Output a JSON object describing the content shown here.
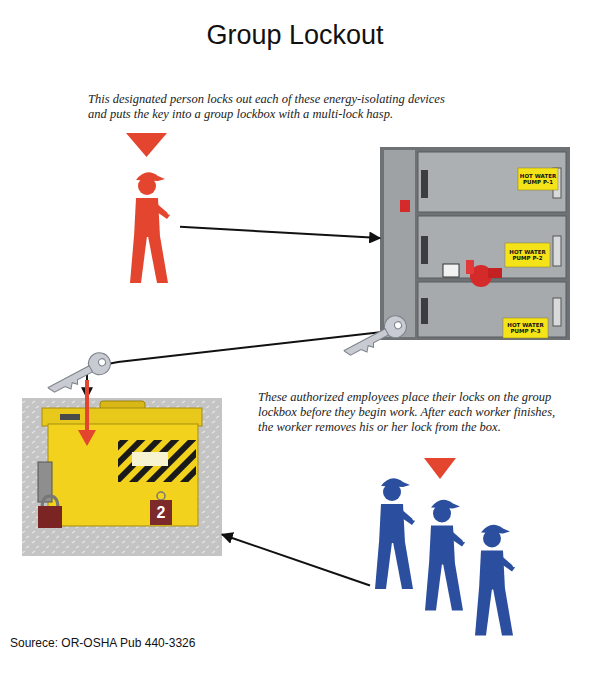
{
  "diagram": {
    "title": "Group Lockout",
    "caption": "Sourece: OR-OSHA Pub 440-3326",
    "nodes": [
      {
        "text": [
          "This designated person locks out each of these energy-isolating devices and puts the key into a group lockbox with a multi-lock hasp."
        ]
      },
      {
        "text": [
          "HOT WATER PUMP P-1",
          "HOT WATER PUMP P-2",
          "HOT WATER PUMP P-3"
        ]
      },
      {
        "text": [
          "2"
        ]
      },
      {
        "text": [
          "These authorized employees place their locks on the group lockbox before they begin work. After each worker finishes, the worker removes his or her lock from the box."
        ]
      }
    ],
    "edges": [
      {
        "from": 0,
        "to": 1,
        "arrow": "to"
      },
      {
        "from": 1,
        "to": 2,
        "arrow": "to"
      },
      {
        "from": 3,
        "to": 2,
        "arrow": "to"
      }
    ]
  }
}
